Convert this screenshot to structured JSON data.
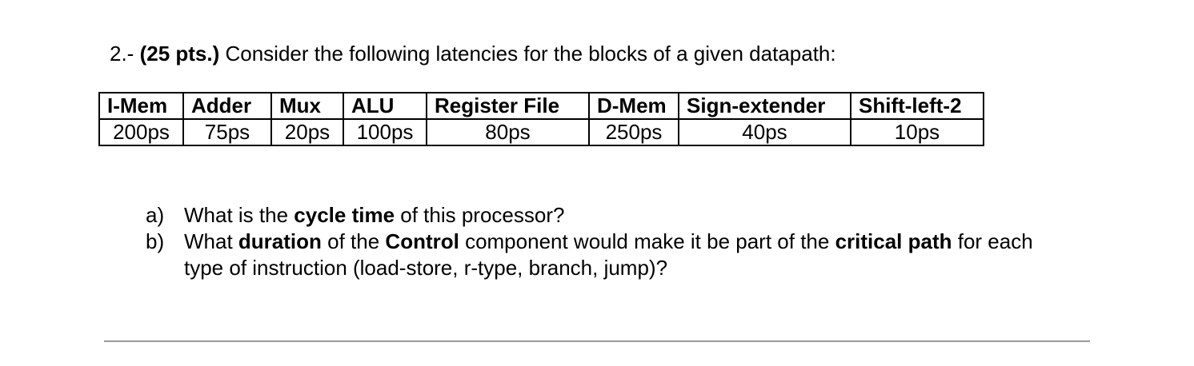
{
  "colors": {
    "background": "#ffffff",
    "text": "#000000",
    "table_border": "#000000",
    "divider": "#9a9a9a"
  },
  "title": {
    "segments": [
      {
        "text": "2.- ",
        "bold": false
      },
      {
        "text": "(25 pts.)",
        "bold": true
      },
      {
        "text": " Consider the following latencies for the blocks of a given datapath:",
        "bold": false
      }
    ]
  },
  "latency_table": {
    "headers": [
      "I-Mem",
      "Adder",
      "Mux",
      "ALU",
      "Register File",
      "D-Mem",
      "Sign-extender",
      "Shift-left-2"
    ],
    "values": [
      "200ps",
      "75ps",
      "20ps",
      "100ps",
      "80ps",
      "250ps",
      "40ps",
      "10ps"
    ]
  },
  "questions": [
    {
      "label": "a)",
      "segments": [
        {
          "text": "What is the ",
          "bold": false
        },
        {
          "text": "cycle time",
          "bold": true
        },
        {
          "text": " of this processor?",
          "bold": false
        }
      ]
    },
    {
      "label": "b)",
      "segments": [
        {
          "text": "What ",
          "bold": false
        },
        {
          "text": "duration",
          "bold": true
        },
        {
          "text": " of the ",
          "bold": false
        },
        {
          "text": "Control",
          "bold": true
        },
        {
          "text": " component would make it be part of the ",
          "bold": false
        },
        {
          "text": "critical path",
          "bold": true
        },
        {
          "text": " for each type of instruction (load-store, r-type, branch, jump)?",
          "bold": false
        }
      ]
    }
  ]
}
